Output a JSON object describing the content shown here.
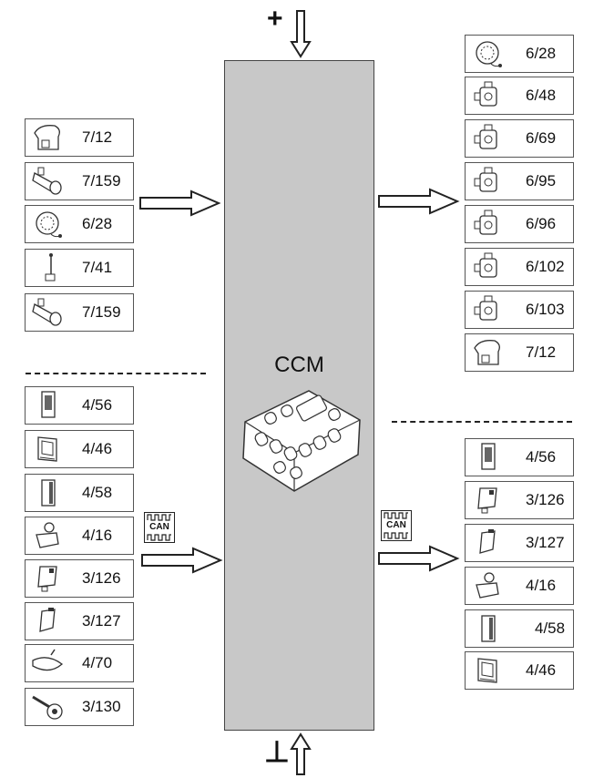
{
  "center": {
    "label": "CCM"
  },
  "left_inputs": [
    {
      "label": "7/12",
      "icon": "dome-sensor-icon"
    },
    {
      "label": "7/159",
      "icon": "cylinder-sensor-icon"
    },
    {
      "label": "6/28",
      "icon": "blower-motor-icon"
    },
    {
      "label": "7/41",
      "icon": "probe-sensor-icon"
    },
    {
      "label": "7/159",
      "icon": "cylinder-sensor-icon"
    }
  ],
  "left_can": [
    {
      "label": "4/56",
      "icon": "control-module-icon"
    },
    {
      "label": "4/46",
      "icon": "control-module-icon"
    },
    {
      "label": "4/58",
      "icon": "control-module-icon"
    },
    {
      "label": "4/16",
      "icon": "switch-module-icon"
    },
    {
      "label": "3/126",
      "icon": "connector-module-icon"
    },
    {
      "label": "3/127",
      "icon": "connector-module-icon"
    },
    {
      "label": "4/70",
      "icon": "mirror-icon"
    },
    {
      "label": "3/130",
      "icon": "stalk-switch-icon"
    }
  ],
  "right_outputs": [
    {
      "label": "6/28",
      "icon": "blower-motor-icon"
    },
    {
      "label": "6/48",
      "icon": "damper-motor-icon"
    },
    {
      "label": "6/69",
      "icon": "damper-motor-icon"
    },
    {
      "label": "6/95",
      "icon": "damper-motor-icon"
    },
    {
      "label": "6/96",
      "icon": "damper-motor-icon"
    },
    {
      "label": "6/102",
      "icon": "damper-motor-icon"
    },
    {
      "label": "6/103",
      "icon": "damper-motor-icon"
    },
    {
      "label": "7/12",
      "icon": "dome-sensor-icon"
    }
  ],
  "right_can": [
    {
      "label": "4/56",
      "icon": "control-module-icon"
    },
    {
      "label": "3/126",
      "icon": "connector-module-icon"
    },
    {
      "label": "3/127",
      "icon": "connector-module-icon"
    },
    {
      "label": "4/16",
      "icon": "switch-module-icon"
    },
    {
      "label": "4/58",
      "icon": "control-module-icon"
    },
    {
      "label": "4/46",
      "icon": "control-module-icon"
    }
  ],
  "can_badge": {
    "text": "CAN"
  },
  "power": {
    "plus": "+",
    "ground": "⊥"
  },
  "colors": {
    "ccm_fill": "#c8c8c8",
    "stroke": "#222222"
  }
}
